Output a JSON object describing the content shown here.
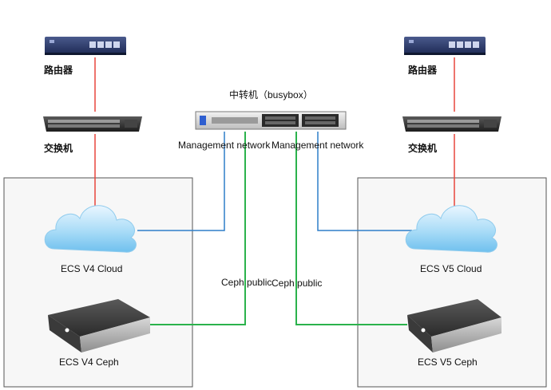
{
  "colors": {
    "power_line": "#e8463c",
    "management_line": "#2e7ec8",
    "ceph_line": "#2bb24c",
    "zone_border": "#555555",
    "zone_fill": "#f7f7f7"
  },
  "left": {
    "router_label": "路由器",
    "switch_label": "交换机",
    "cloud_label": "ECS V4 Cloud",
    "ceph_label": "ECS V4 Ceph"
  },
  "right": {
    "router_label": "路由器",
    "switch_label": "交换机",
    "cloud_label": "ECS V5 Cloud",
    "ceph_label": "ECS V5 Ceph"
  },
  "center": {
    "server_label": "中转机（busybox）",
    "mgmt_left_label": "Management network",
    "mgmt_right_label": "Management network",
    "ceph_left_label": "Ceph public",
    "ceph_right_label": "Ceph public"
  },
  "icons": {
    "router": "router-icon",
    "switch": "network-switch-icon",
    "cloud": "cloud-icon",
    "storage": "storage-server-icon",
    "rack_server": "rack-server-icon"
  }
}
